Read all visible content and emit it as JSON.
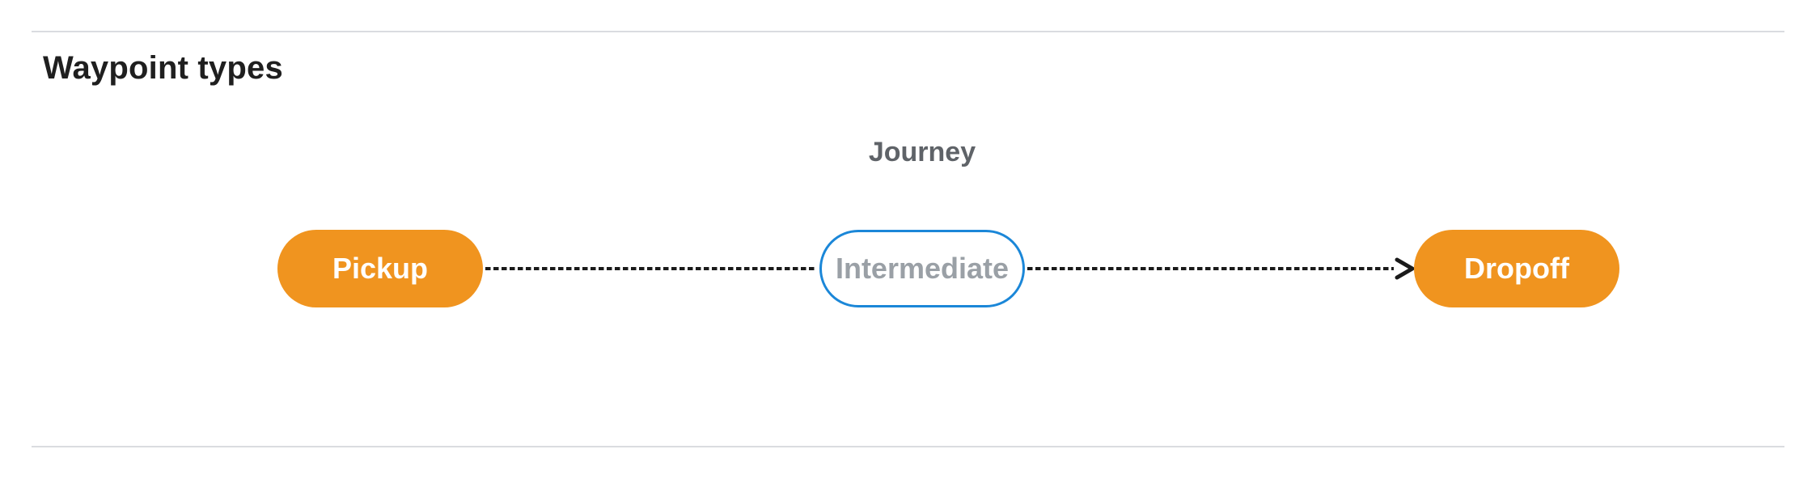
{
  "page": {
    "section_title": "Waypoint types"
  },
  "diagram": {
    "title": "Journey",
    "nodes": [
      {
        "id": "pickup",
        "label": "Pickup",
        "type": "terminal"
      },
      {
        "id": "intermediate",
        "label": "Intermediate",
        "type": "intermediate"
      },
      {
        "id": "dropoff",
        "label": "Dropoff",
        "type": "terminal"
      }
    ],
    "connectors": [
      {
        "from": "pickup",
        "to": "intermediate",
        "style": "dashed",
        "arrowhead": false
      },
      {
        "from": "intermediate",
        "to": "dropoff",
        "style": "dashed",
        "arrowhead": true
      }
    ]
  },
  "colors": {
    "node-orange": "#f0941f",
    "node-border-blue": "#1b87d8",
    "node-text-white": "#ffffff",
    "intermediate-text": "#9aa0a6",
    "journey-label": "#5f6368",
    "heading-text": "#1f1f1f",
    "divider": "#dadce0",
    "connector": "#1a1a1a"
  }
}
